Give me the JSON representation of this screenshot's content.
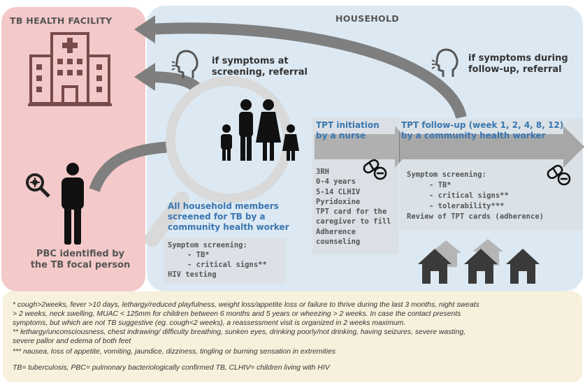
{
  "facility": {
    "title": "TB HEALTH FACILITY",
    "pbc_line1": "PBC identified by",
    "pbc_line2": "the TB focal person"
  },
  "household": {
    "title": "HOUSEHOLD",
    "referral_screening_line1": "if symptoms at",
    "referral_screening_line2": "screening, referral",
    "referral_followup_line1": "if symptoms during",
    "referral_followup_line2": "follow-up, referral",
    "screen": {
      "title_line1": "All household members",
      "title_line2": "screened for TB by a",
      "title_line3": "community health worker",
      "items": [
        "Symptom screening:",
        "- TB*",
        "- critical signs**",
        "HIV testing"
      ]
    },
    "initiation": {
      "title_line1": "TPT initiation",
      "title_line2": "by a nurse",
      "items": [
        "3RH",
        "0-4 years",
        "5-14 CLHIV",
        "Pyridoxine",
        "TPT card for the",
        "caregiver to fill",
        "Adherence",
        "counseling"
      ]
    },
    "followup": {
      "title_line1": "TPT follow-up (week 1, 2, 4, 8, 12)",
      "title_line2": "by a community health worker",
      "items": [
        "Symptom screening:",
        "- TB*",
        "- critical signs**",
        "- tolerability***",
        "Review of TPT cards (adherence)"
      ]
    }
  },
  "footnotes": {
    "note1_line1": "* cough>2weeks, fever >10 days, lethargy/reduced playfulness, weight loss/appetite loss or failure to thrive during the last 3 months, night sweats",
    "note1_line2": "> 2 weeks, neck swelling, MUAC < 125mm for children between 6 months and 5 years or wheezing > 2 weeks. In case the contact presents",
    "note1_line3": "symptoms, but which are not TB suggestive (eg. cough<2 weeks), a reassessment visit is organized in 2 weeks maximum.",
    "note2_line1": "** lethargy/unconsciousness, chest indrawing/ difficulty breathing, sunken eyes, drinking poorly/not drinking, having seizures, severe wasting,",
    "note2_line2": "severe pallor and edema of both feet",
    "note3": "*** nausea, loss of appetite, vomiting, jaundice, dizziness, tingling or burning sensation in extremities",
    "abbrev": "TB= tuberculosis, PBC= pulmonary bacteriologically confirmed TB, CLHIV= children living with HIV"
  },
  "icons": [
    "hospital-icon",
    "person-icon",
    "magnifier-virus-icon",
    "family-icon",
    "coughing-head-icon",
    "pill-icon",
    "houses-icon"
  ],
  "colors": {
    "facility_bg": "#f4c9c9",
    "household_bg": "#dce9f3",
    "footnote_bg": "#f7f0dc",
    "arrow_gray": "#7f7f7f",
    "heading_blue": "#3a76b0"
  }
}
